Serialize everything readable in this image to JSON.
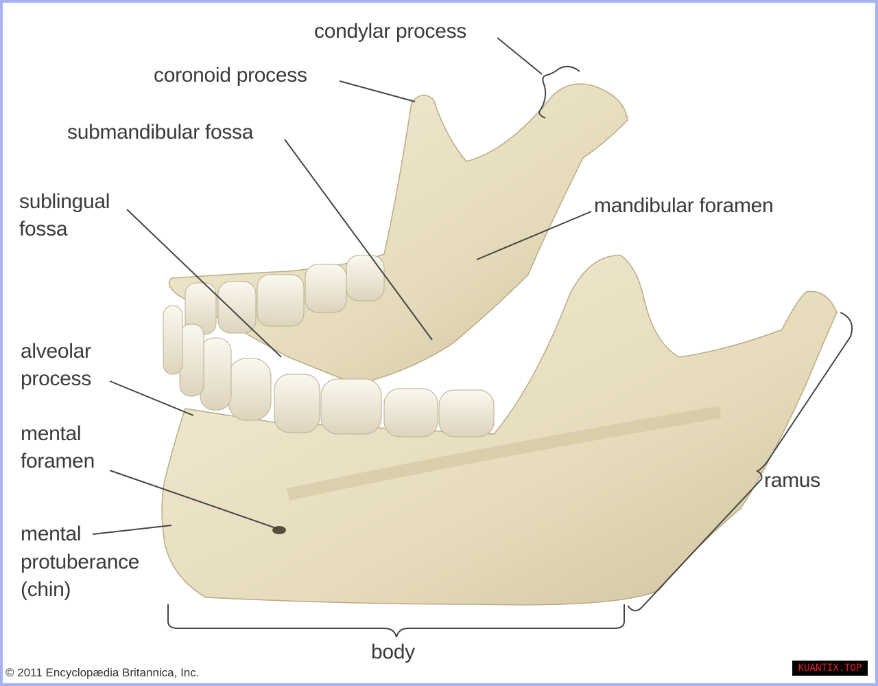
{
  "labels": {
    "condylar_process": "condylar process",
    "coronoid_process": "coronoid process",
    "submandibular_fossa": "submandibular fossa",
    "sublingual_fossa": [
      "sublingual",
      "fossa"
    ],
    "mandibular_foramen": "mandibular foramen",
    "alveolar_process": [
      "alveolar",
      "process"
    ],
    "mental_foramen": [
      "mental",
      "foramen"
    ],
    "mental_protuberance": [
      "mental",
      "protuberance",
      "(chin)"
    ],
    "ramus": "ramus",
    "body": "body"
  },
  "copyright": "© 2011 Encyclopædia Britannica, Inc.",
  "watermark": "KUANTIX.TOP",
  "colors": {
    "border": "#a6b3f2",
    "bone": "#ece3c8",
    "bone_shadow": "#c9bd98",
    "tooth": "#f4efe2",
    "text": "#3a3a3a"
  }
}
